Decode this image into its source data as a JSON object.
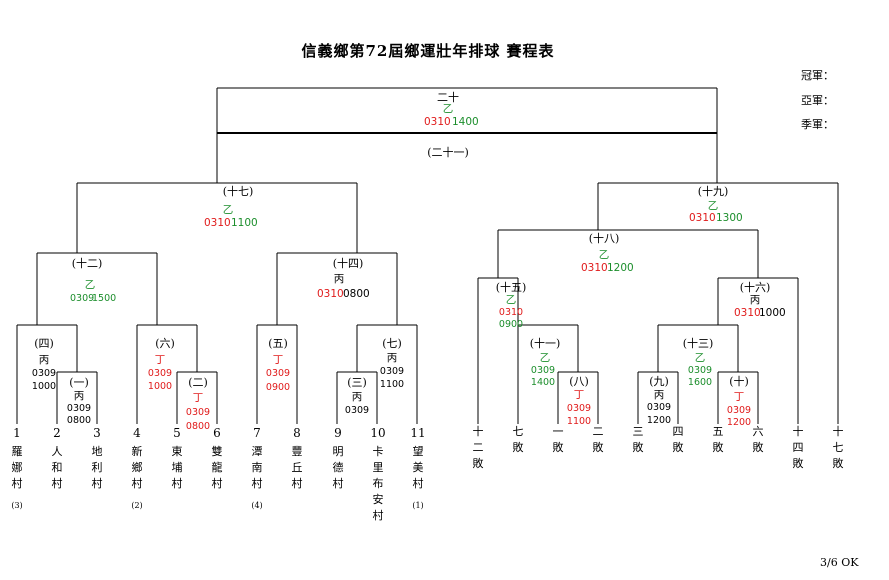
{
  "title": "信義鄉第72屆鄉運壯年排球  賽程表",
  "results": [
    {
      "label": "冠軍："
    },
    {
      "label": "亞軍："
    },
    {
      "label": "季軍："
    }
  ],
  "matches": {
    "m20": {
      "label": "二十",
      "court": "乙",
      "date": "0310",
      "time": "1400"
    },
    "m21": {
      "label": "(二十一)"
    },
    "m17": {
      "label": "(十七)",
      "court": "乙",
      "date": "0310",
      "time": "1100"
    },
    "m19": {
      "label": "(十九)",
      "court": "乙",
      "date": "0310",
      "time": "1300"
    },
    "m12": {
      "label": "(十二)",
      "court": "乙",
      "date": "0309",
      "time": "1500"
    },
    "m14": {
      "label": "(十四)",
      "court": "丙",
      "date": "0310",
      "time": "0800"
    },
    "m18": {
      "label": "(十八)",
      "court": "乙",
      "date": "0310",
      "time": "1200"
    },
    "m16": {
      "label": "(十六)",
      "court": "丙",
      "date": "0310",
      "time": "1000"
    },
    "m15": {
      "label": "(十五)",
      "court": "乙",
      "date": "0310",
      "time": "0900"
    },
    "m04": {
      "label": "(四)",
      "court": "丙",
      "date": "0309",
      "time": "1000"
    },
    "m01": {
      "label": "(一)",
      "court": "丙",
      "date": "0309",
      "time": "0800"
    },
    "m06": {
      "label": "(六)",
      "court": "丁",
      "date": "0309",
      "time": "1000"
    },
    "m02": {
      "label": "(二)",
      "court": "丁",
      "date": "0309",
      "time": "0800"
    },
    "m05": {
      "label": "(五)",
      "court": "丁",
      "date": "0309",
      "time": "0900"
    },
    "m07": {
      "label": "(七)",
      "court": "丙",
      "date": "0309",
      "time": "1100"
    },
    "m03": {
      "label": "(三)",
      "court": "丙",
      "date": "0309",
      "time": ""
    },
    "m11": {
      "label": "(十一)",
      "court": "乙",
      "date": "0309",
      "time": "1400"
    },
    "m08": {
      "label": "(八)",
      "court": "丁",
      "date": "0309",
      "time": "1100"
    },
    "m13": {
      "label": "(十三)",
      "court": "乙",
      "date": "0309",
      "time": "1600"
    },
    "m09": {
      "label": "(九)",
      "court": "丙",
      "date": "0309",
      "time": "1200"
    },
    "m10": {
      "label": "(十)",
      "court": "丁",
      "date": "0309",
      "time": "1200"
    }
  },
  "teams": [
    {
      "num": "1",
      "name": "羅娜村",
      "note": "(3)"
    },
    {
      "num": "2",
      "name": "人和村",
      "note": ""
    },
    {
      "num": "3",
      "name": "地利村",
      "note": ""
    },
    {
      "num": "4",
      "name": "新鄉村",
      "note": "(2)"
    },
    {
      "num": "5",
      "name": "東埔村",
      "note": ""
    },
    {
      "num": "6",
      "name": "雙龍村",
      "note": ""
    },
    {
      "num": "7",
      "name": "潭南村",
      "note": "(4)"
    },
    {
      "num": "8",
      "name": "豐丘村",
      "note": ""
    },
    {
      "num": "9",
      "name": "明德村",
      "note": ""
    },
    {
      "num": "10",
      "name": "卡里布安村",
      "note": ""
    },
    {
      "num": "11",
      "name": "望美村",
      "note": "(1)"
    }
  ],
  "losers": [
    "十二敗",
    "七敗",
    "一敗",
    "二敗",
    "三敗",
    "四敗",
    "五敗",
    "六敗",
    "十四敗",
    "十七敗"
  ],
  "footer": "3/6 OK",
  "colors": {
    "green": "#1c8e2c",
    "red": "#e01b1b",
    "line": "#000000"
  }
}
